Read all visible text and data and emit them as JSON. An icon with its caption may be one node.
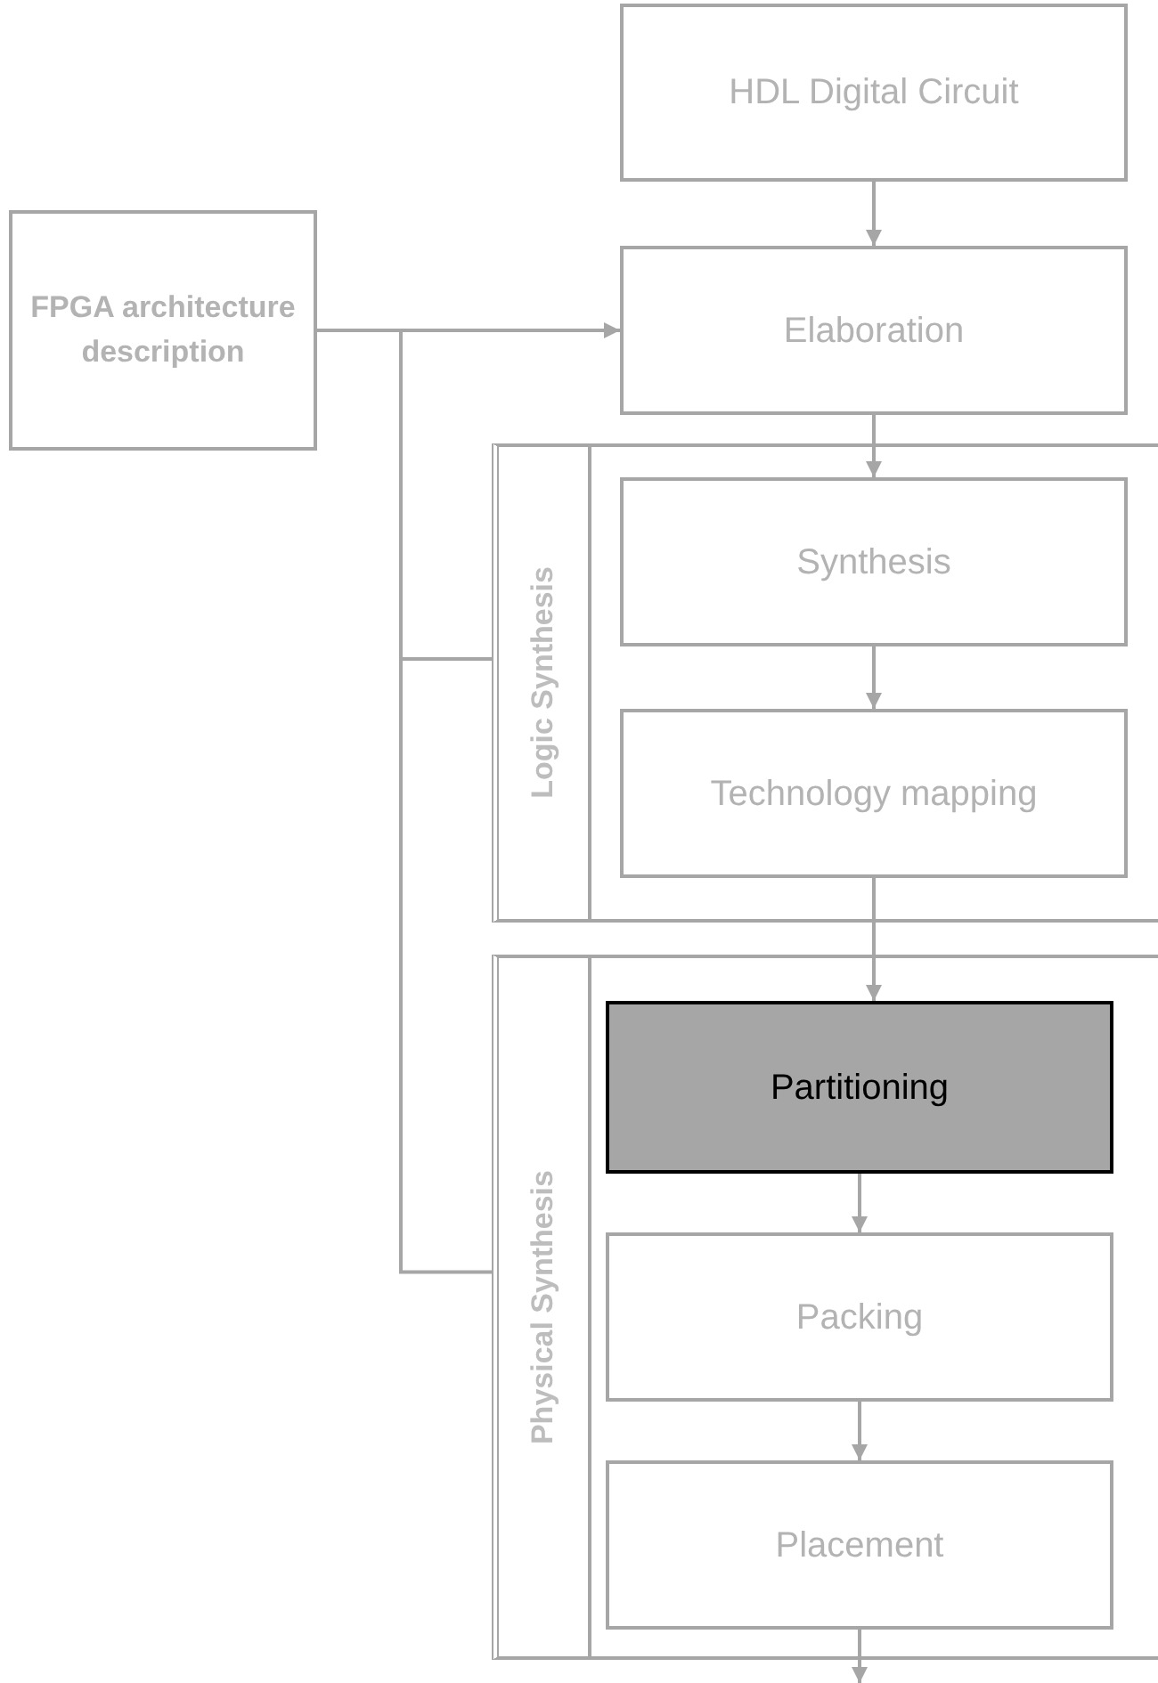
{
  "diagram": {
    "nodes": [
      {
        "text": [
          "HDL Digital Circuit"
        ]
      },
      {
        "text": [
          "FPGA architecture description"
        ]
      },
      {
        "text": [
          "Elaboration"
        ]
      },
      {
        "text": [
          "Logic Synthesis"
        ]
      },
      {
        "text": [
          "Synthesis"
        ],
        "in": 3
      },
      {
        "text": [
          "Technology mapping"
        ],
        "in": 3
      },
      {
        "text": [
          "Physical Synthesis"
        ]
      },
      {
        "text": [
          "Partitioning"
        ],
        "in": 6
      },
      {
        "text": [
          "Packing"
        ],
        "in": 6
      },
      {
        "text": [
          "Placement"
        ],
        "in": 6
      }
    ],
    "edges": [
      {
        "from": 0,
        "to": 2,
        "arrow": "to"
      },
      {
        "from": 1,
        "to": 2,
        "arrow": "to"
      },
      {
        "from": 1,
        "to": 3,
        "arrow": "none"
      },
      {
        "from": 1,
        "to": 6,
        "arrow": "none"
      },
      {
        "from": 2,
        "to": 4,
        "arrow": "to"
      },
      {
        "from": 4,
        "to": 5,
        "arrow": "to"
      },
      {
        "from": 5,
        "to": 7,
        "arrow": "to"
      },
      {
        "from": 7,
        "to": 8,
        "arrow": "to"
      },
      {
        "from": 8,
        "to": 9,
        "arrow": "to"
      },
      {
        "from": 9,
        "to": null,
        "arrow": "to"
      }
    ]
  }
}
